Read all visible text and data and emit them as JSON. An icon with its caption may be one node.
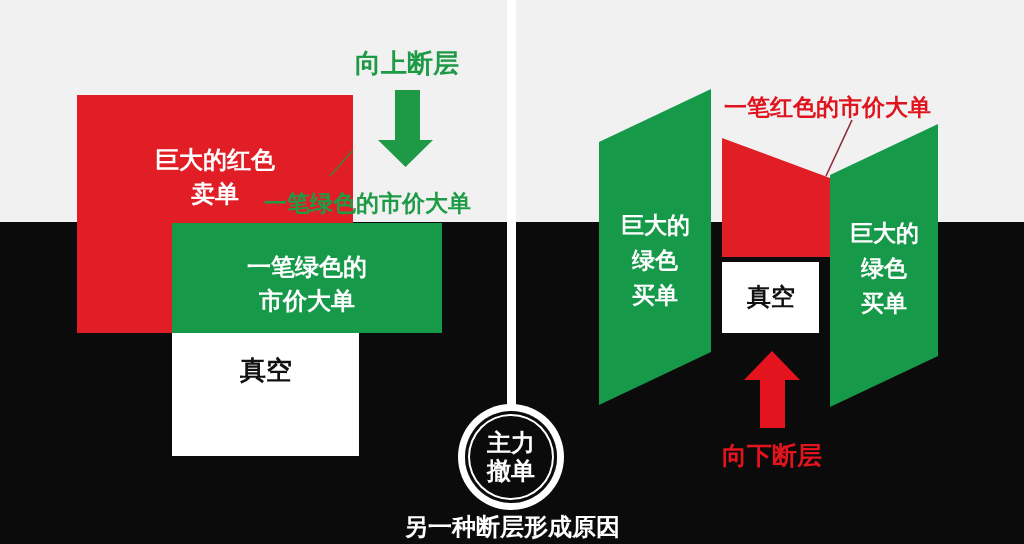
{
  "diagram": {
    "caption": "另一种断层形成原因",
    "nodes": [
      {
        "text": [
          "巨大的红色卖单"
        ]
      },
      {
        "text": [
          "一笔绿色的市价大单"
        ]
      },
      {
        "text": [
          "一笔绿色的市价大单"
        ]
      },
      {
        "text": [
          "真空"
        ]
      },
      {
        "text": [
          "巨大的绿色买单"
        ]
      },
      {
        "text": [
          "一笔红色的市价大单"
        ]
      },
      {
        "text": [],
        "shape": "box"
      },
      {
        "text": [
          "巨大的绿色买单"
        ]
      },
      {
        "text": [
          "真空"
        ]
      },
      {
        "text": [
          "主力撤单"
        ]
      }
    ],
    "edges": [
      {
        "from": 1,
        "to": 0,
        "arrow": "none"
      },
      {
        "from": 5,
        "to": 6,
        "arrow": "none"
      }
    ],
    "labels": [
      "向上断层",
      "向下断层"
    ]
  }
}
